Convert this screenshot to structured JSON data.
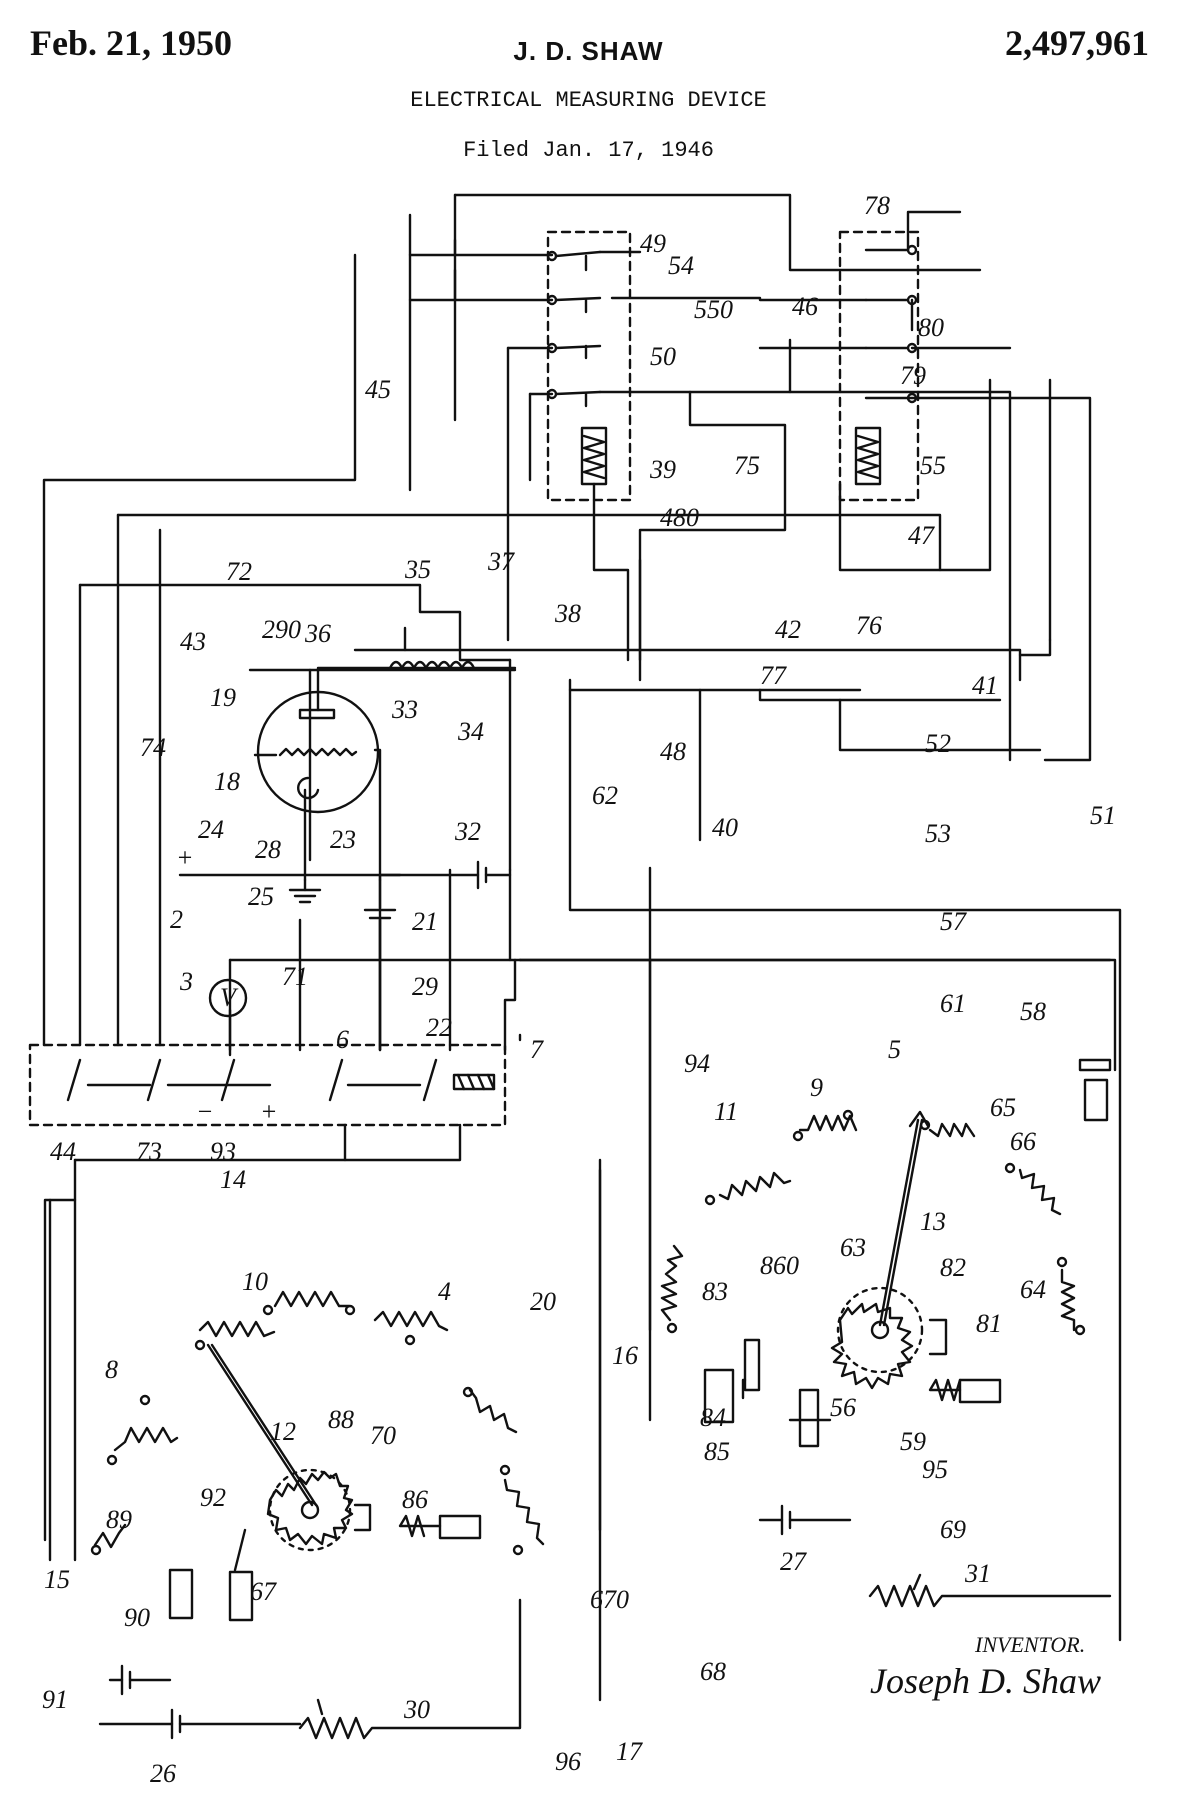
{
  "header": {
    "date": "Feb. 21, 1950",
    "inventor": "J. D. SHAW",
    "patent_number": "2,497,961",
    "title": "ELECTRICAL MEASURING DEVICE",
    "filed": "Filed Jan. 17, 1946"
  },
  "footer": {
    "inventor_label": "INVENTOR.",
    "inventor_signature": "Joseph D. Shaw"
  },
  "labels": {
    "l2": "2",
    "l3": "3",
    "l4": "4",
    "l5": "5",
    "l6": "6",
    "l7": "7",
    "l8": "8",
    "l9": "9",
    "l10": "10",
    "l11": "11",
    "l12": "12",
    "l13": "13",
    "l14": "14",
    "l15": "15",
    "l16": "16",
    "l17": "17",
    "l18": "18",
    "l19": "19",
    "l20": "20",
    "l21": "21",
    "l22": "22",
    "l23": "23",
    "l24": "24",
    "l25": "25",
    "l26": "26",
    "l27": "27",
    "l28": "28",
    "l29": "29",
    "l30": "30",
    "l31": "31",
    "l32": "32",
    "l33": "33",
    "l34": "34",
    "l35": "35",
    "l36": "36",
    "l37": "37",
    "l38": "38",
    "l39": "39",
    "l40": "40",
    "l41": "41",
    "l42": "42",
    "l43": "43",
    "l45": "45",
    "l44": "44",
    "l46": "46",
    "l47": "47",
    "l48": "48",
    "l49": "49",
    "l50": "50",
    "l51": "51",
    "l52": "52",
    "l53": "53",
    "l54": "54",
    "l55": "55",
    "l56": "56",
    "l57": "57",
    "l58": "58",
    "l59": "59",
    "l61": "61",
    "l62": "62",
    "l63": "63",
    "l64": "64",
    "l65": "65",
    "l66": "66",
    "l67": "67",
    "l68": "68",
    "l69": "69",
    "l70": "70",
    "l71": "71",
    "l72": "72",
    "l73": "73",
    "l74": "74",
    "l75": "75",
    "l76": "76",
    "l77": "77",
    "l78": "78",
    "l79": "79",
    "l80": "80",
    "l81": "81",
    "l82": "82",
    "l83": "83",
    "l84": "84",
    "l85": "85",
    "l86": "86",
    "l88": "88",
    "l89": "89",
    "l90": "90",
    "l91": "91",
    "l92": "92",
    "l93": "93",
    "l94": "94",
    "l95": "95",
    "l96": "96",
    "l290": "290",
    "l480": "480",
    "l550": "550",
    "l670": "670",
    "l860": "860",
    "plus1": "+",
    "plus2": "+",
    "minus1": "−",
    "volt": "V"
  },
  "colors": {
    "ink": "#111111",
    "paper": "#ffffff"
  }
}
